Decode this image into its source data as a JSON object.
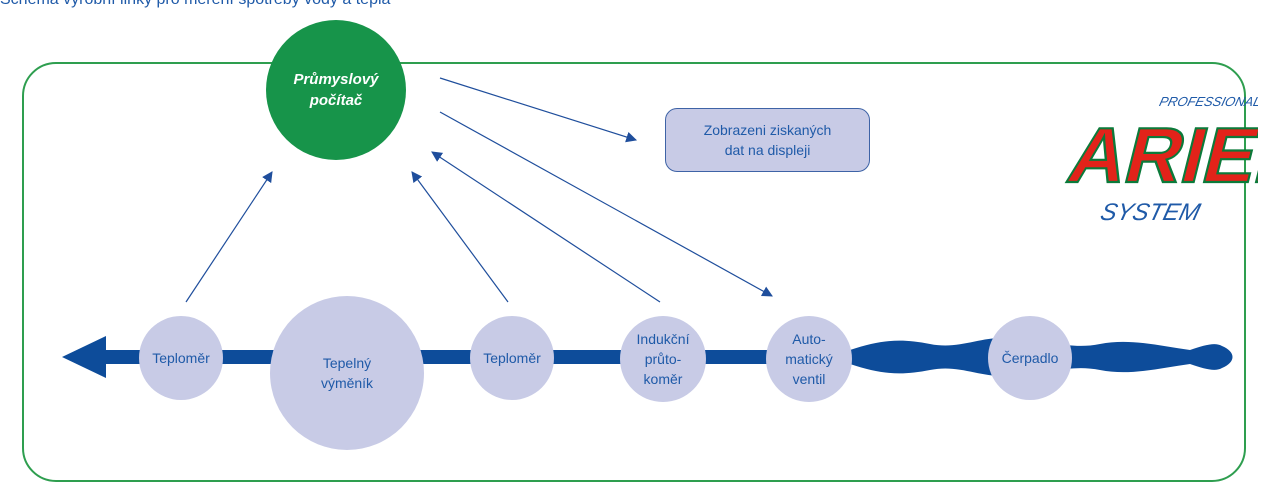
{
  "caption": "Schéma výrobní linky pro měření spotřeby vody a tepla",
  "computer": {
    "label": "Průmyslový\npočítač"
  },
  "display_box": {
    "label": "Zobrazeni ziskaných\ndat na displeji"
  },
  "nodes": {
    "thermometer_1": "Teploměr",
    "heat_exchanger": "Tepelný\nvýměník",
    "thermometer_2": "Teploměr",
    "flowmeter": "Indukční\nprůto-\nkoměr",
    "valve": "Auto-\nmatický\nventil",
    "pump": "Čerpadlo"
  },
  "logo": {
    "top": "PROFESSIONAL",
    "main": "ARIEL",
    "bottom": "SYSTEM"
  },
  "colors": {
    "pipe": "#0d4c9a",
    "arrow": "#1f4e9c",
    "node": "#c8cbe6",
    "computer": "#17944a",
    "frame": "#2e9e4f",
    "logo_red": "#e2231a"
  }
}
